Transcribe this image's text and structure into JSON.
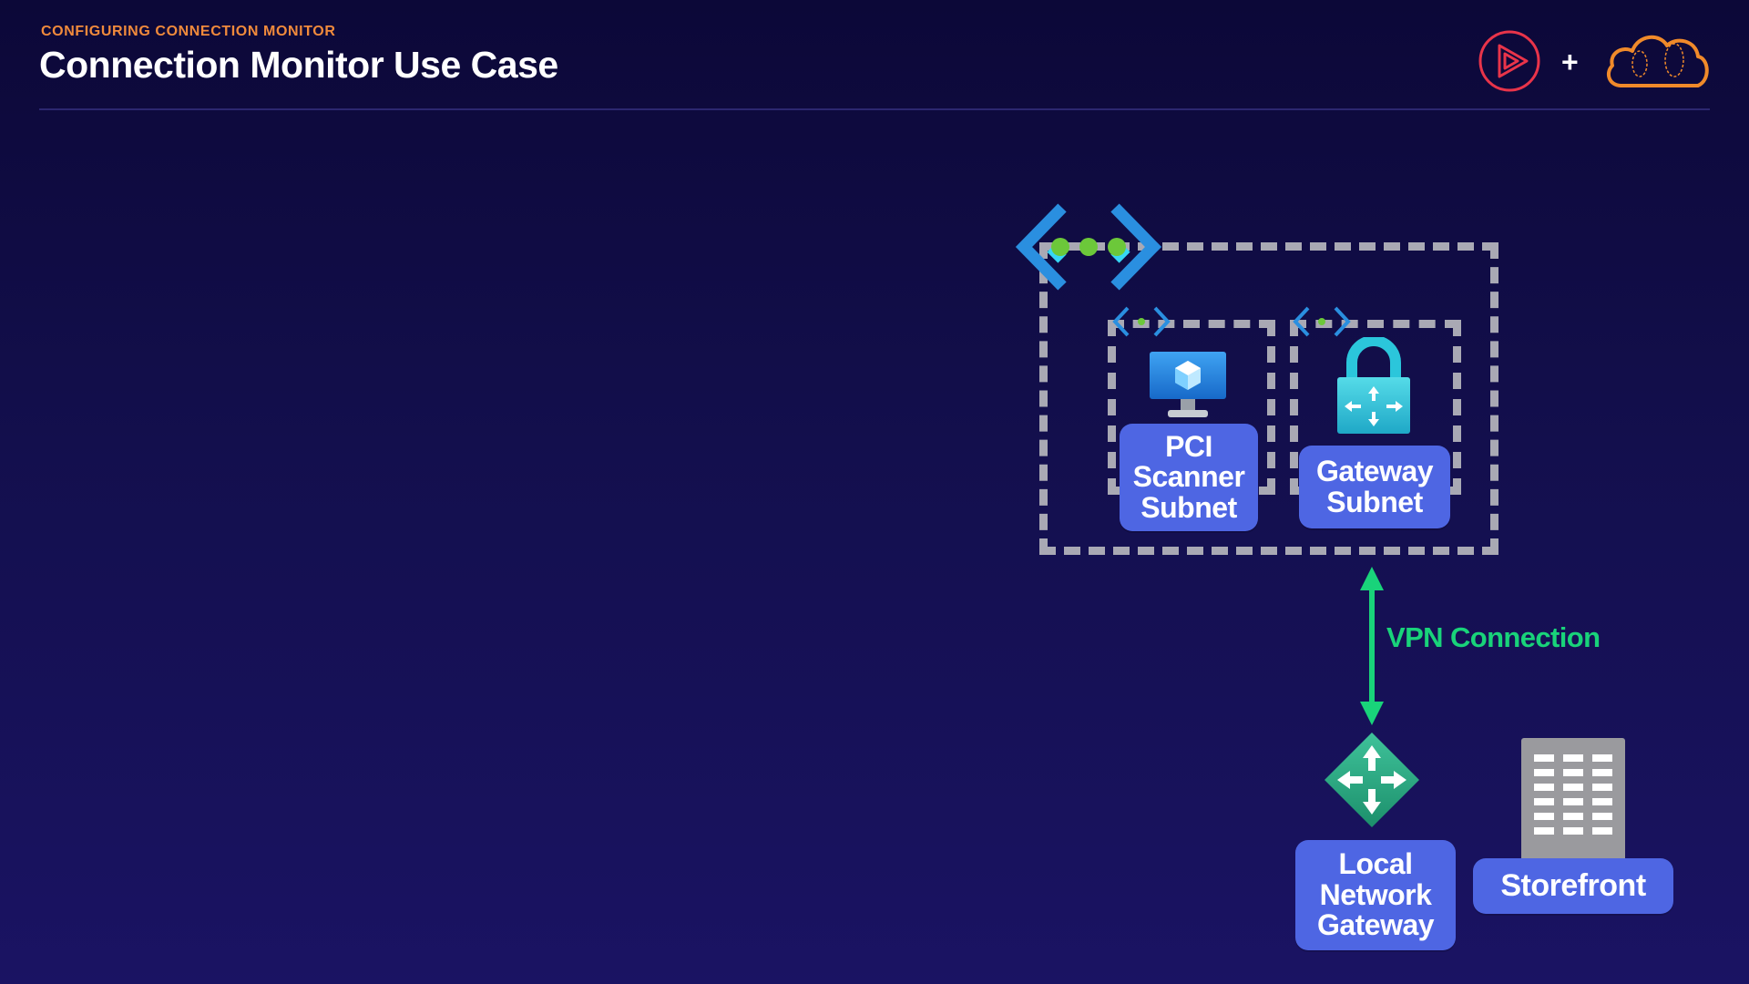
{
  "header": {
    "eyebrow": "CONFIGURING CONNECTION MONITOR",
    "title": "Connection Monitor Use Case"
  },
  "branding": {
    "left_logo": "play-logo-icon",
    "separator": "+",
    "right_logo": "cloud-logo-icon"
  },
  "diagram": {
    "virtual_network_icon": "vnet-icon",
    "subnets": [
      {
        "label": "PCI\nScanner\nSubnet",
        "icon": "virtual-machine-icon",
        "subnet_icon": "subnet-icon"
      },
      {
        "label": "Gateway\nSubnet",
        "icon": "vpn-gateway-icon",
        "subnet_icon": "subnet-icon"
      }
    ],
    "connection": {
      "label": "VPN Connection",
      "icon": "bidirectional-arrow-icon"
    },
    "on_prem": [
      {
        "label": "Local\nNetwork\nGateway",
        "icon": "local-network-gateway-icon"
      },
      {
        "label": "Storefront",
        "icon": "building-icon"
      }
    ]
  },
  "colors": {
    "eyebrow": "#f08a3c",
    "accent_green": "#19d37a",
    "label_bg": "#4e66e3",
    "dash": "#a9a9b4",
    "brand_red": "#e9344a",
    "brand_orange": "#f08a2a"
  }
}
